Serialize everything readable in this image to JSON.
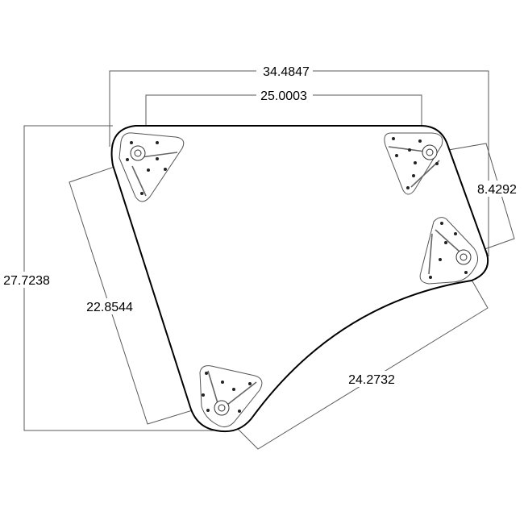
{
  "colors": {
    "background": "#ffffff",
    "outline": "#000000",
    "dimension_line": "#5a5a5a"
  },
  "dimensions": {
    "overall_width": "34.4847",
    "mount_spacing": "25.0003",
    "overall_height": "27.7238",
    "left_edge": "22.8544",
    "right_mount_offset": "8.4292",
    "curved_edge": "24.2732"
  }
}
